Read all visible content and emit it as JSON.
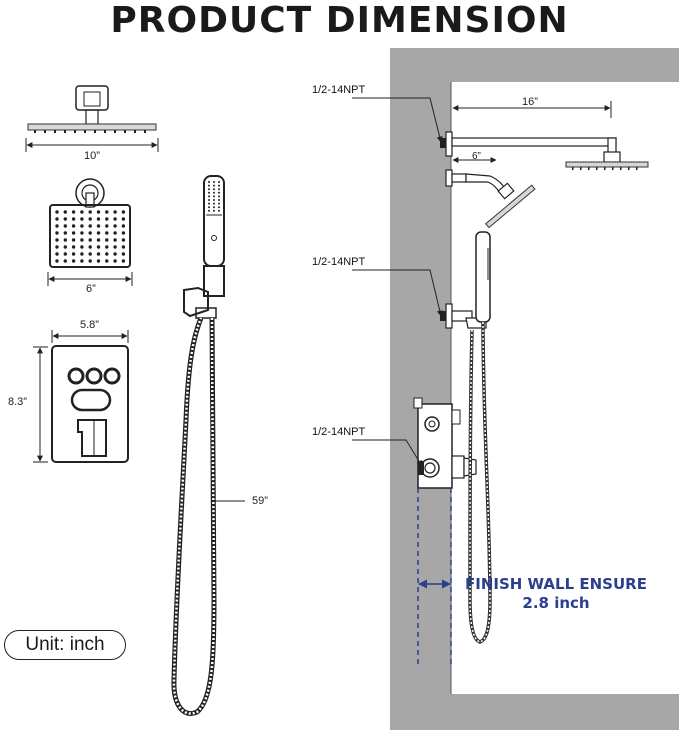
{
  "title": "PRODUCT DIMENSION",
  "dimensions": {
    "head_top_width": "10”",
    "head_square_width": "6”",
    "valve_width": "5.8”",
    "valve_height": "8.3”",
    "hose_length": "59”",
    "arm_length": "16”",
    "short_arm_length": "6”"
  },
  "npt_labels": [
    "1/2-14NPT",
    "1/2-14NPT",
    "1/2-14NPT"
  ],
  "finish_wall": {
    "line1": "FINISH WALL ENSURE",
    "line2": "2.8 inch"
  },
  "unit_label": "Unit: inch",
  "colors": {
    "wall_gray": "#a7a7a7",
    "accent_blue": "#2a3f8f",
    "line_dark": "#1a1a1a"
  }
}
